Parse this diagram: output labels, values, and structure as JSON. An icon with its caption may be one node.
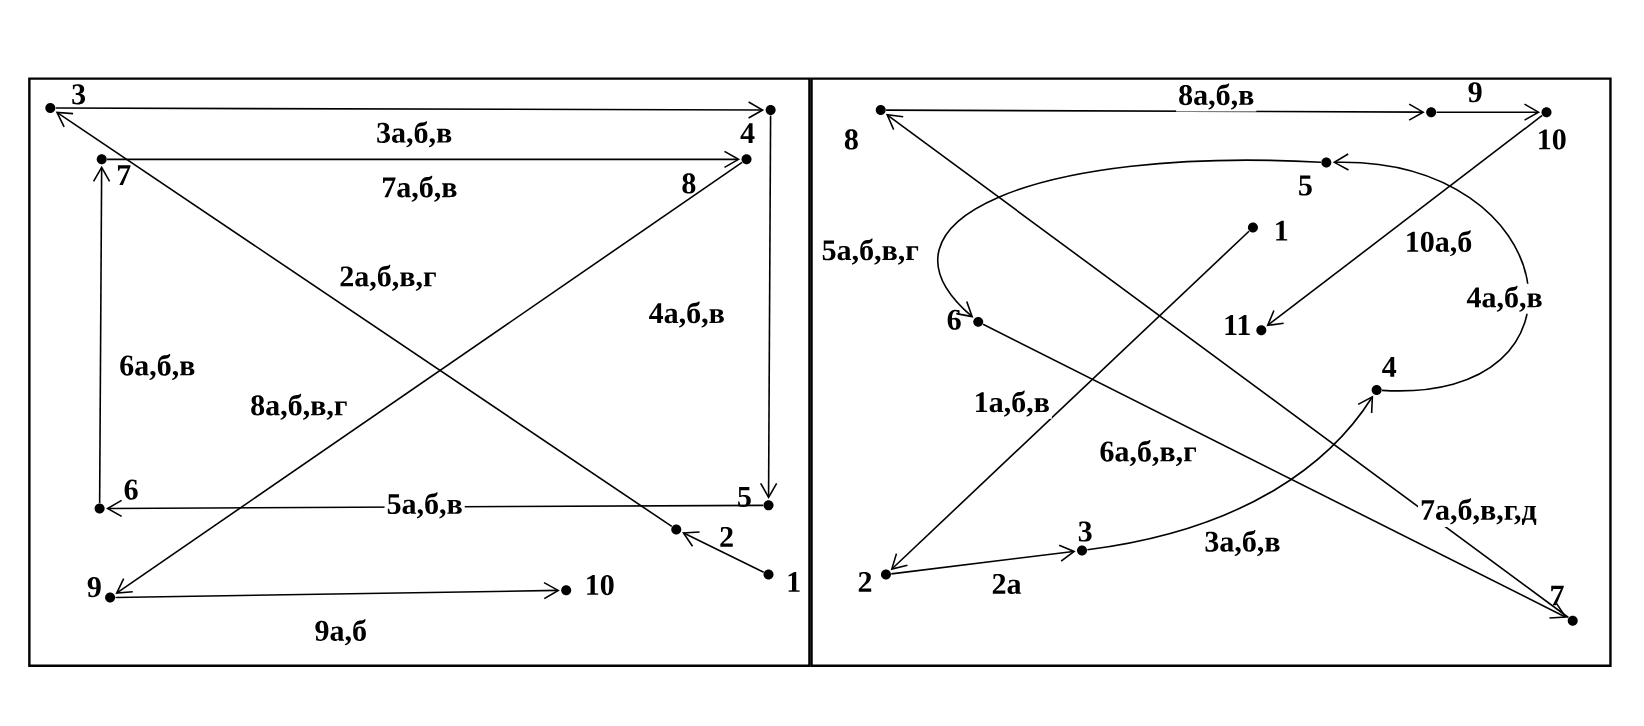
{
  "diagram": {
    "nodes": [
      {
        "text": [
          "1"
        ]
      },
      {
        "text": [
          "2"
        ]
      },
      {
        "text": [
          "3"
        ]
      },
      {
        "text": [
          "4"
        ]
      },
      {
        "text": [
          "5"
        ]
      },
      {
        "text": [
          "6"
        ]
      },
      {
        "text": [
          "7"
        ]
      },
      {
        "text": [
          "8"
        ]
      },
      {
        "text": [
          "9"
        ]
      },
      {
        "text": [
          "10"
        ]
      },
      {
        "text": [
          "1"
        ]
      },
      {
        "text": [
          "2"
        ]
      },
      {
        "text": [
          "3"
        ]
      },
      {
        "text": [
          "4"
        ]
      },
      {
        "text": [
          "5"
        ]
      },
      {
        "text": [
          "6"
        ]
      },
      {
        "text": [
          "7"
        ]
      },
      {
        "text": [
          "8"
        ]
      },
      {
        "text": [
          "9"
        ]
      },
      {
        "text": [
          "10"
        ]
      },
      {
        "text": [
          "11"
        ]
      }
    ],
    "edges": [
      {
        "from": 0,
        "to": 1,
        "arrow": "to"
      },
      {
        "from": 1,
        "to": 2,
        "label": "2а,б,в,г",
        "arrow": "to"
      },
      {
        "from": 2,
        "to": 3,
        "label": "3а,б,в",
        "arrow": "to"
      },
      {
        "from": 3,
        "to": 4,
        "label": "4а,б,в",
        "arrow": "to"
      },
      {
        "from": 4,
        "to": 5,
        "label": "5а,б,в",
        "arrow": "to"
      },
      {
        "from": 5,
        "to": 6,
        "label": "6а,б,в",
        "arrow": "to"
      },
      {
        "from": 6,
        "to": 7,
        "label": "7а,б,в",
        "arrow": "to"
      },
      {
        "from": 7,
        "to": 8,
        "label": "8а,б,в,г",
        "arrow": "to"
      },
      {
        "from": 8,
        "to": 9,
        "label": "9а,б",
        "arrow": "to"
      },
      {
        "from": 10,
        "to": 11,
        "label": "1а,б,в",
        "arrow": "to"
      },
      {
        "from": 11,
        "to": 12,
        "label": "2а",
        "arrow": "to"
      },
      {
        "from": 12,
        "to": 13,
        "label": "3а,б,в",
        "arrow": "to"
      },
      {
        "from": 13,
        "to": 14,
        "label": "4а,б,в",
        "arrow": "to"
      },
      {
        "from": 14,
        "to": 15,
        "label": "5а,б,в,г",
        "arrow": "to"
      },
      {
        "from": 15,
        "to": 16,
        "label": "6а,б,в,г",
        "arrow": "to"
      },
      {
        "from": 16,
        "to": 17,
        "label": "7а,б,в,г,д",
        "arrow": "to"
      },
      {
        "from": 17,
        "to": 18,
        "label": "8а,б,в",
        "arrow": "to"
      },
      {
        "from": 18,
        "to": 19,
        "arrow": "to"
      },
      {
        "from": 19,
        "to": 20,
        "label": "10а,б",
        "arrow": "to"
      }
    ]
  }
}
